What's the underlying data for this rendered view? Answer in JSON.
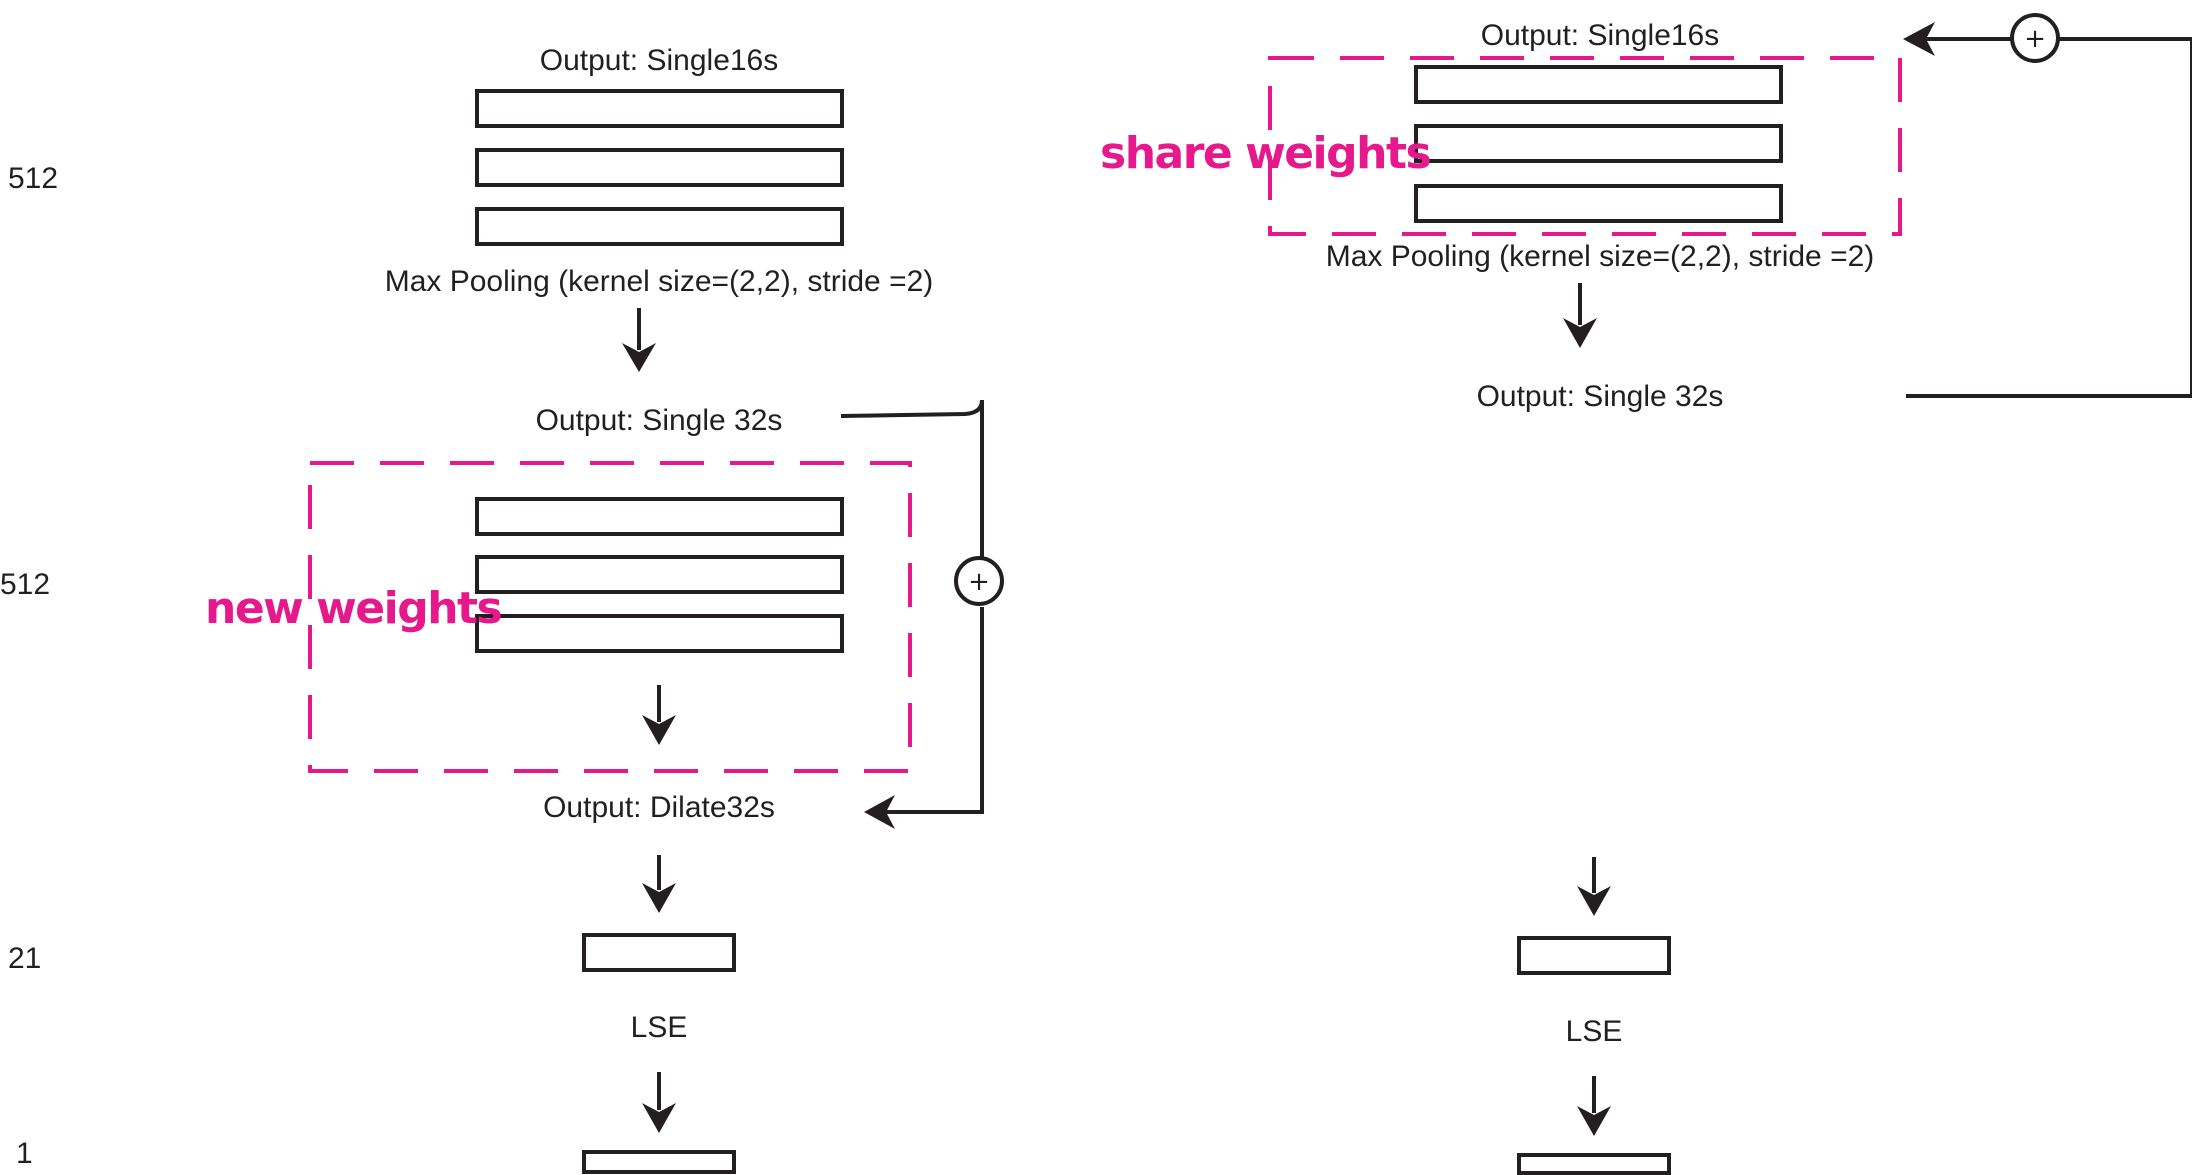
{
  "side_labels": [
    "512",
    "512",
    "21",
    "1"
  ],
  "left_panel": {
    "output_single16s": "Output: Single16s",
    "max_pooling": "Max Pooling (kernel size=(2,2), stride =2)",
    "output_single32s": "Output: Single 32s",
    "weights_label": "new weights",
    "output_dilate32s": "Output: Dilate32s",
    "lse": "LSE",
    "sum_symbol": "+"
  },
  "right_panel": {
    "output_single16s": "Output: Single16s",
    "weights_label": "share weights",
    "max_pooling": "Max Pooling (kernel size=(2,2), stride =2)",
    "output_single32s": "Output: Single 32s",
    "lse": "LSE",
    "sum_symbol": "+"
  },
  "colors": {
    "ink": "#231f20",
    "highlight": "#e6198c"
  }
}
